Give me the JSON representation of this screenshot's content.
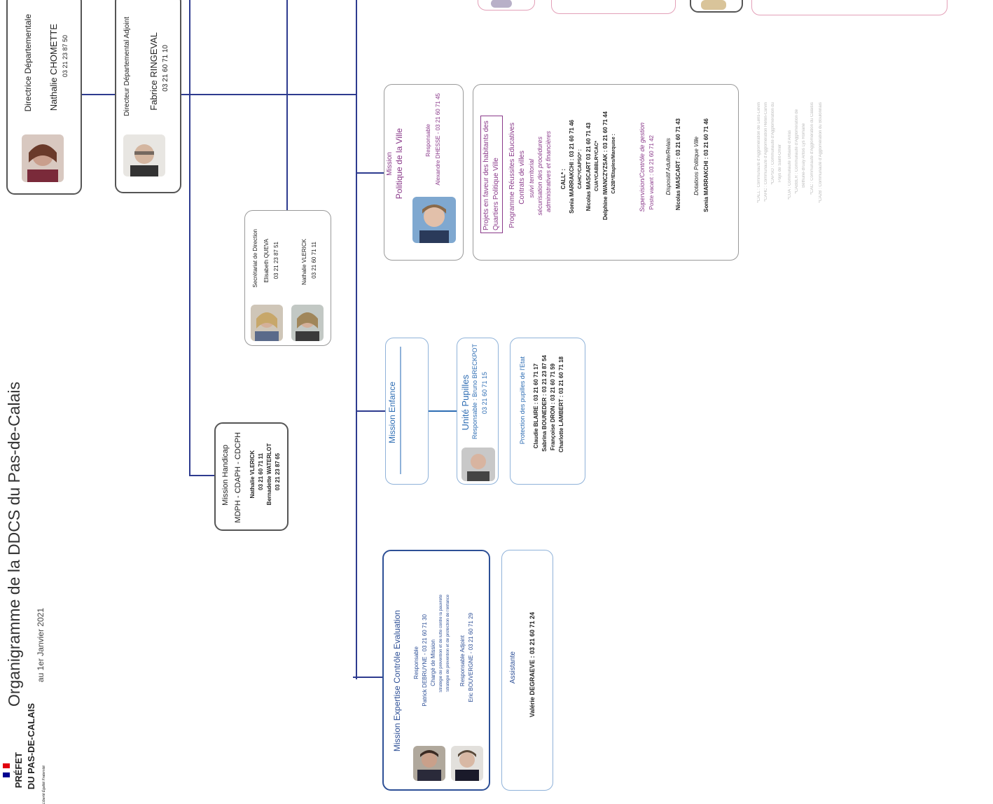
{
  "header": {
    "logo_line1": "PRÉFET",
    "logo_line2": "DU PAS-DE-CALAIS",
    "motto": [
      "Liberté",
      "Égalité",
      "Fraternité"
    ],
    "title": "Organigramme de la DDCS du Pas-de-Calais",
    "date": "au 1er Janvier 2021"
  },
  "colors": {
    "line": "#2e3b8f",
    "purple": "#8a3a8a",
    "blue": "#2e6db3",
    "navy": "#2d4f96"
  },
  "director": {
    "role": "Directrice Départementale",
    "name": "Nathalie CHOMETTE",
    "phone": "03 21 23 87 50"
  },
  "deputy": {
    "role": "Directeur Départemental Adjoint",
    "name": "Fabrice RINGEVAL",
    "phone": "03 21 60 71 10"
  },
  "secretariat": {
    "role": "Secrétariat de Direction",
    "person1": "Elisabeth QUEVA",
    "phone1": "03 21 23 87 51",
    "person2": "Nathalie VLERICK",
    "phone2": "03 21 60 71 11"
  },
  "handicap": {
    "title": "Mission Handicap",
    "subtitle": "MDPH - CDAPH - CDCPH",
    "person1": "Nathalie VLERICK",
    "phone1": "03 21 60 71 11",
    "person2": "Bernadette WATERLOT",
    "phone2": "03 21 23 87 65"
  },
  "politique_ville": {
    "title1": "Mission",
    "title2": "Politique de la Ville",
    "resp_label": "Responsable",
    "resp": "Alexandre DHESSE - 03 21 60 71 45"
  },
  "projets": {
    "box_title": "Projets en faveur des habitants des Quartiers Politique Ville",
    "l1": "Programme Réussites Educatives",
    "l2": "Contrats de villes",
    "l3": "suivi territorial",
    "l4": "sécurisation des procédures",
    "l5": "administratives et financières",
    "l6": "CALL* :",
    "l7": "Sonia MARRAKCHI : 03 21 60 71 46",
    "l8": "CAHC*/CAPSO* :",
    "l9": "Nicolas MASCART 03 21 60 71 43",
    "l10": "CUA*/CABBLR*/CAC*",
    "l11": "Delphine IWANCZYZSAK : 03 21 60 71 44",
    "l12": "CA2B*/Etaples/Marquise :",
    "l13": "Supervision/Contrôle de gestion",
    "l14": "Poste vacant : 03 21 60 71 42",
    "l15": "Dispositif Adulte/Relais",
    "l16": "Nicolas MASCART : 03 21 60 71 43",
    "l17": "Dotations Politique Ville",
    "l18": "Sonia MARRAKCHI : 03 21 60 71 46"
  },
  "enfance": {
    "title": "Mission Enfance"
  },
  "pupilles": {
    "title": "Unité Pupilles",
    "resp": "Responsable : Bruno BRECKPOT",
    "phone": "03 21 60 71 15"
  },
  "protection": {
    "title": "Protection des pupilles de l'Etat",
    "p1": "Claudie BLAIRE : 03 21 60 71 17",
    "p2": "Sabrina BOUNEDER : 03 21 23 87 54",
    "p3": "Françoise DRON : 03 21 60 71 59",
    "p4": "Charlotte LAMBERT : 03 21 60 71 18"
  },
  "expertise": {
    "title": "Mission Expertise Contrôle Evaluation",
    "l1": "Responsable",
    "l2": "Patrick DEBRUYNE - 03 21 60 71 30",
    "l3": "Chargé de Mission",
    "l4": "Stratégie de prévention et de lutte contre la pauvreté",
    "l5": "Stratégie de prévention et de protection de l'enfance",
    "l6": "Responsable Adjoint",
    "l7": "Eric BOUVERGNE - 03 21 60 71 29"
  },
  "assistante": {
    "title": "Assistante",
    "person": "Valérie DEGRAEVE : 03 21 60 71 24"
  },
  "footnotes": [
    "*CALL : Communauté d'Agglomération de Lens-Liévin",
    "*CAHC : Communauté d'Agglomération Hénin-Carvin",
    "*CAPSO : Communauté d'Agglomération du",
    "Pays de Saint-Omer",
    "*CUA : Communauté Urbaine d'Arras",
    "*CABBLR : Communauté d'Agglomération de",
    "Béthune-Bruay Artois Lys Romane",
    "*CAC : Communauté d'Agglomération du Calaisis",
    "*CA2B : Communauté d'Agglomération du Boulonnais"
  ]
}
